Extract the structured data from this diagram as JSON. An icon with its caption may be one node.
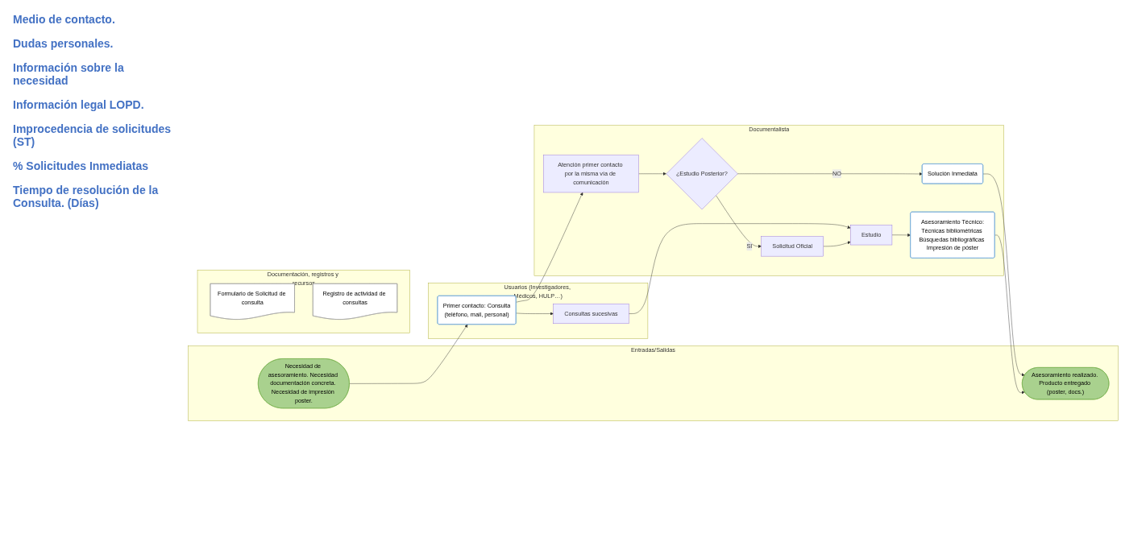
{
  "diagram": {
    "nodes": [
      {
        "text": [
          "Entradas/Salidas"
        ]
      },
      {
        "text": [
          "Necesidad de asesoramiento. Necesidad documentación concreta. Necesidad de impresión poster."
        ],
        "in": 0
      },
      {
        "text": [
          "Asesoramiento realizado. Producto entregado (poster, docs.)"
        ],
        "in": 0
      },
      {
        "text": [
          "Usuarios (Investigadores, Médicos, HULP…)"
        ]
      },
      {
        "text": [
          "Primer contacto: Consulta",
          "(teléfono, mail, personal)"
        ],
        "in": 3
      },
      {
        "text": [
          "Consultas sucesivas"
        ],
        "in": 3
      },
      {
        "text": [
          "Documentalista"
        ]
      },
      {
        "text": [
          "Atención primer contacto por la misma vía de comunicación"
        ],
        "in": 6
      },
      {
        "text": [
          "¿Estudio Posterior?"
        ],
        "in": 6
      },
      {
        "text": [
          "Solución Inmediata"
        ],
        "in": 6
      },
      {
        "text": [
          "Solicitud Oficial"
        ],
        "in": 6
      },
      {
        "text": [
          "Estudio"
        ],
        "in": 6
      },
      {
        "text": [
          "Asesoramiento Técnico:",
          "Técnicas bibliométricas Búsquedas bibliográficas Impresión de póster"
        ],
        "in": 6
      },
      {
        "text": [
          "Documentación, registros y recursos"
        ]
      },
      {
        "text": [
          "Formulario de Solicitud de consulta"
        ],
        "in": 13
      },
      {
        "text": [
          "Registro de actividad de consultas"
        ],
        "in": 13
      }
    ],
    "edges": [
      {
        "from": 1,
        "to": 4,
        "arrow": "to"
      },
      {
        "from": 4,
        "to": 5,
        "arrow": "to"
      },
      {
        "from": 4,
        "to": 7,
        "arrow": "to"
      },
      {
        "from": 7,
        "to": 8,
        "arrow": "to"
      },
      {
        "from": 8,
        "to": 9,
        "label": "NO",
        "arrow": "to"
      },
      {
        "from": 8,
        "to": 10,
        "label": "SI",
        "arrow": "to"
      },
      {
        "from": 5,
        "to": 11,
        "arrow": "to"
      },
      {
        "from": 10,
        "to": 11,
        "arrow": "to"
      },
      {
        "from": 11,
        "to": 12,
        "arrow": "to"
      },
      {
        "from": 9,
        "to": 2,
        "arrow": "to"
      },
      {
        "from": 12,
        "to": 2,
        "arrow": "to"
      }
    ],
    "labels": [
      "Medio de contacto.",
      "Dudas personales.",
      "Información sobre la necesidad",
      "Información legal LOPD.",
      "Improcedencia de solicitudes (ST)",
      "% Solicitudes Inmediatas",
      "Tiempo de resolución de la Consulta. (Días)"
    ]
  }
}
